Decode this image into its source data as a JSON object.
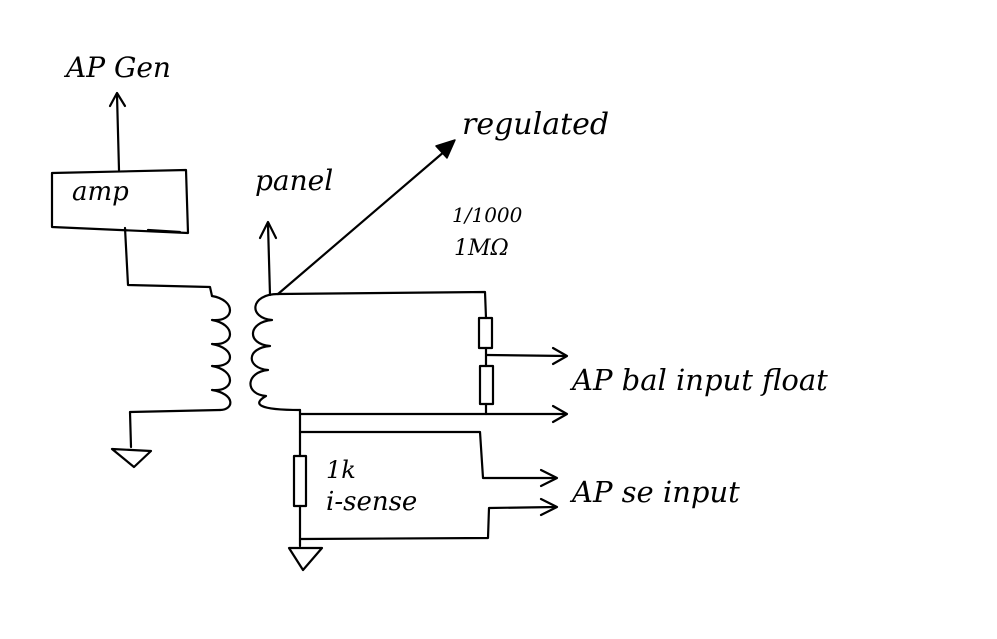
{
  "labels": {
    "ap_gen": "AP Gen",
    "amp": "amp",
    "panel": "panel",
    "regulated": "regulated",
    "ratio": "1/1000",
    "resistance": "1MΩ",
    "ap_bal_input_float": "AP bal input float",
    "ap_se_input": "AP se input",
    "sense_value": "1k",
    "sense_name": "i-sense"
  }
}
